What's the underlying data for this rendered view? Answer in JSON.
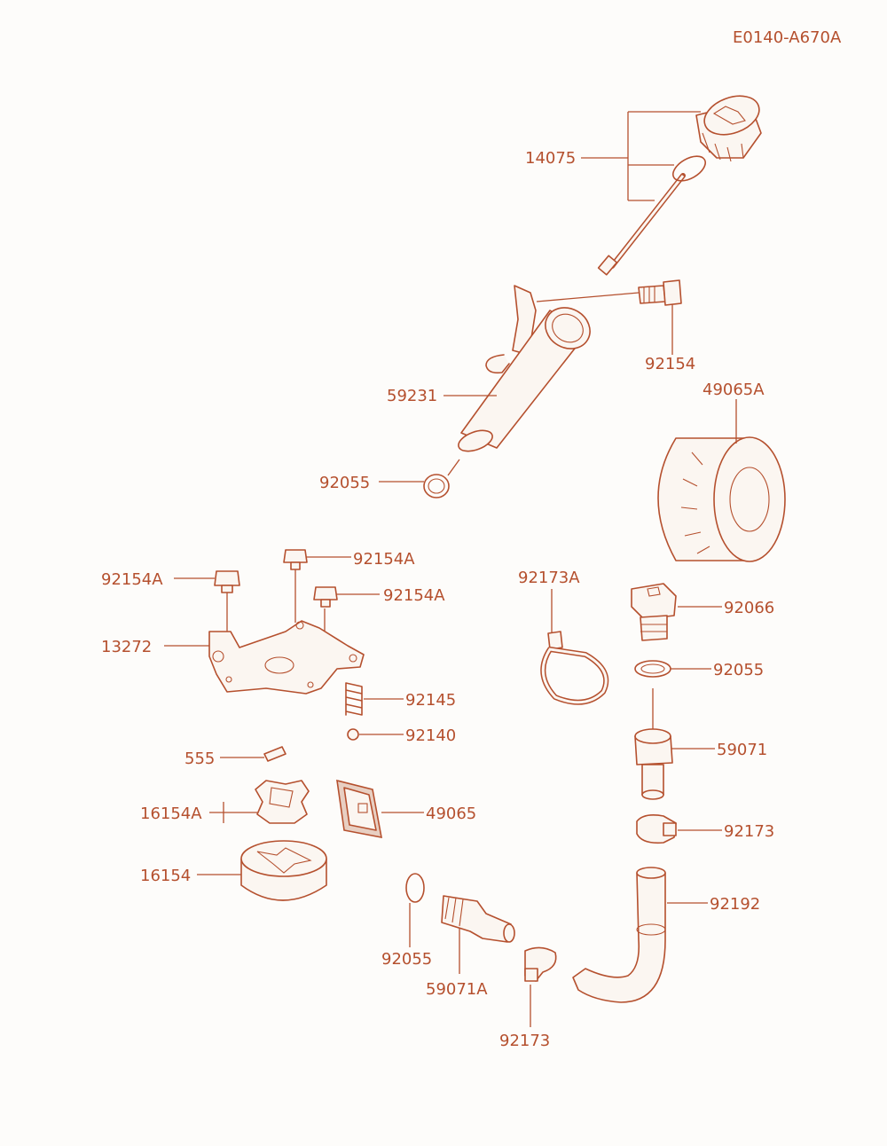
{
  "diagram": {
    "code": "E0140-A670A",
    "labels": {
      "p14075": "14075",
      "p92154": "92154",
      "p59231": "59231",
      "p49065A": "49065A",
      "p92055_tube": "92055",
      "p92154A_a": "92154A",
      "p92154A_b": "92154A",
      "p92154A_c": "92154A",
      "p13272": "13272",
      "p92145": "92145",
      "p92140": "92140",
      "p555": "555",
      "p16154A": "16154A",
      "p49065": "49065",
      "p16154": "16154",
      "p92173A": "92173A",
      "p92066": "92066",
      "p92055_plug": "92055",
      "p59071": "59071",
      "p92173_right": "92173",
      "p92192": "92192",
      "p92055_bottom": "92055",
      "p59071A": "59071A",
      "p92173_bottom": "92173"
    },
    "colors": {
      "line": "#b5502e",
      "background": "#fdfcfa"
    }
  }
}
